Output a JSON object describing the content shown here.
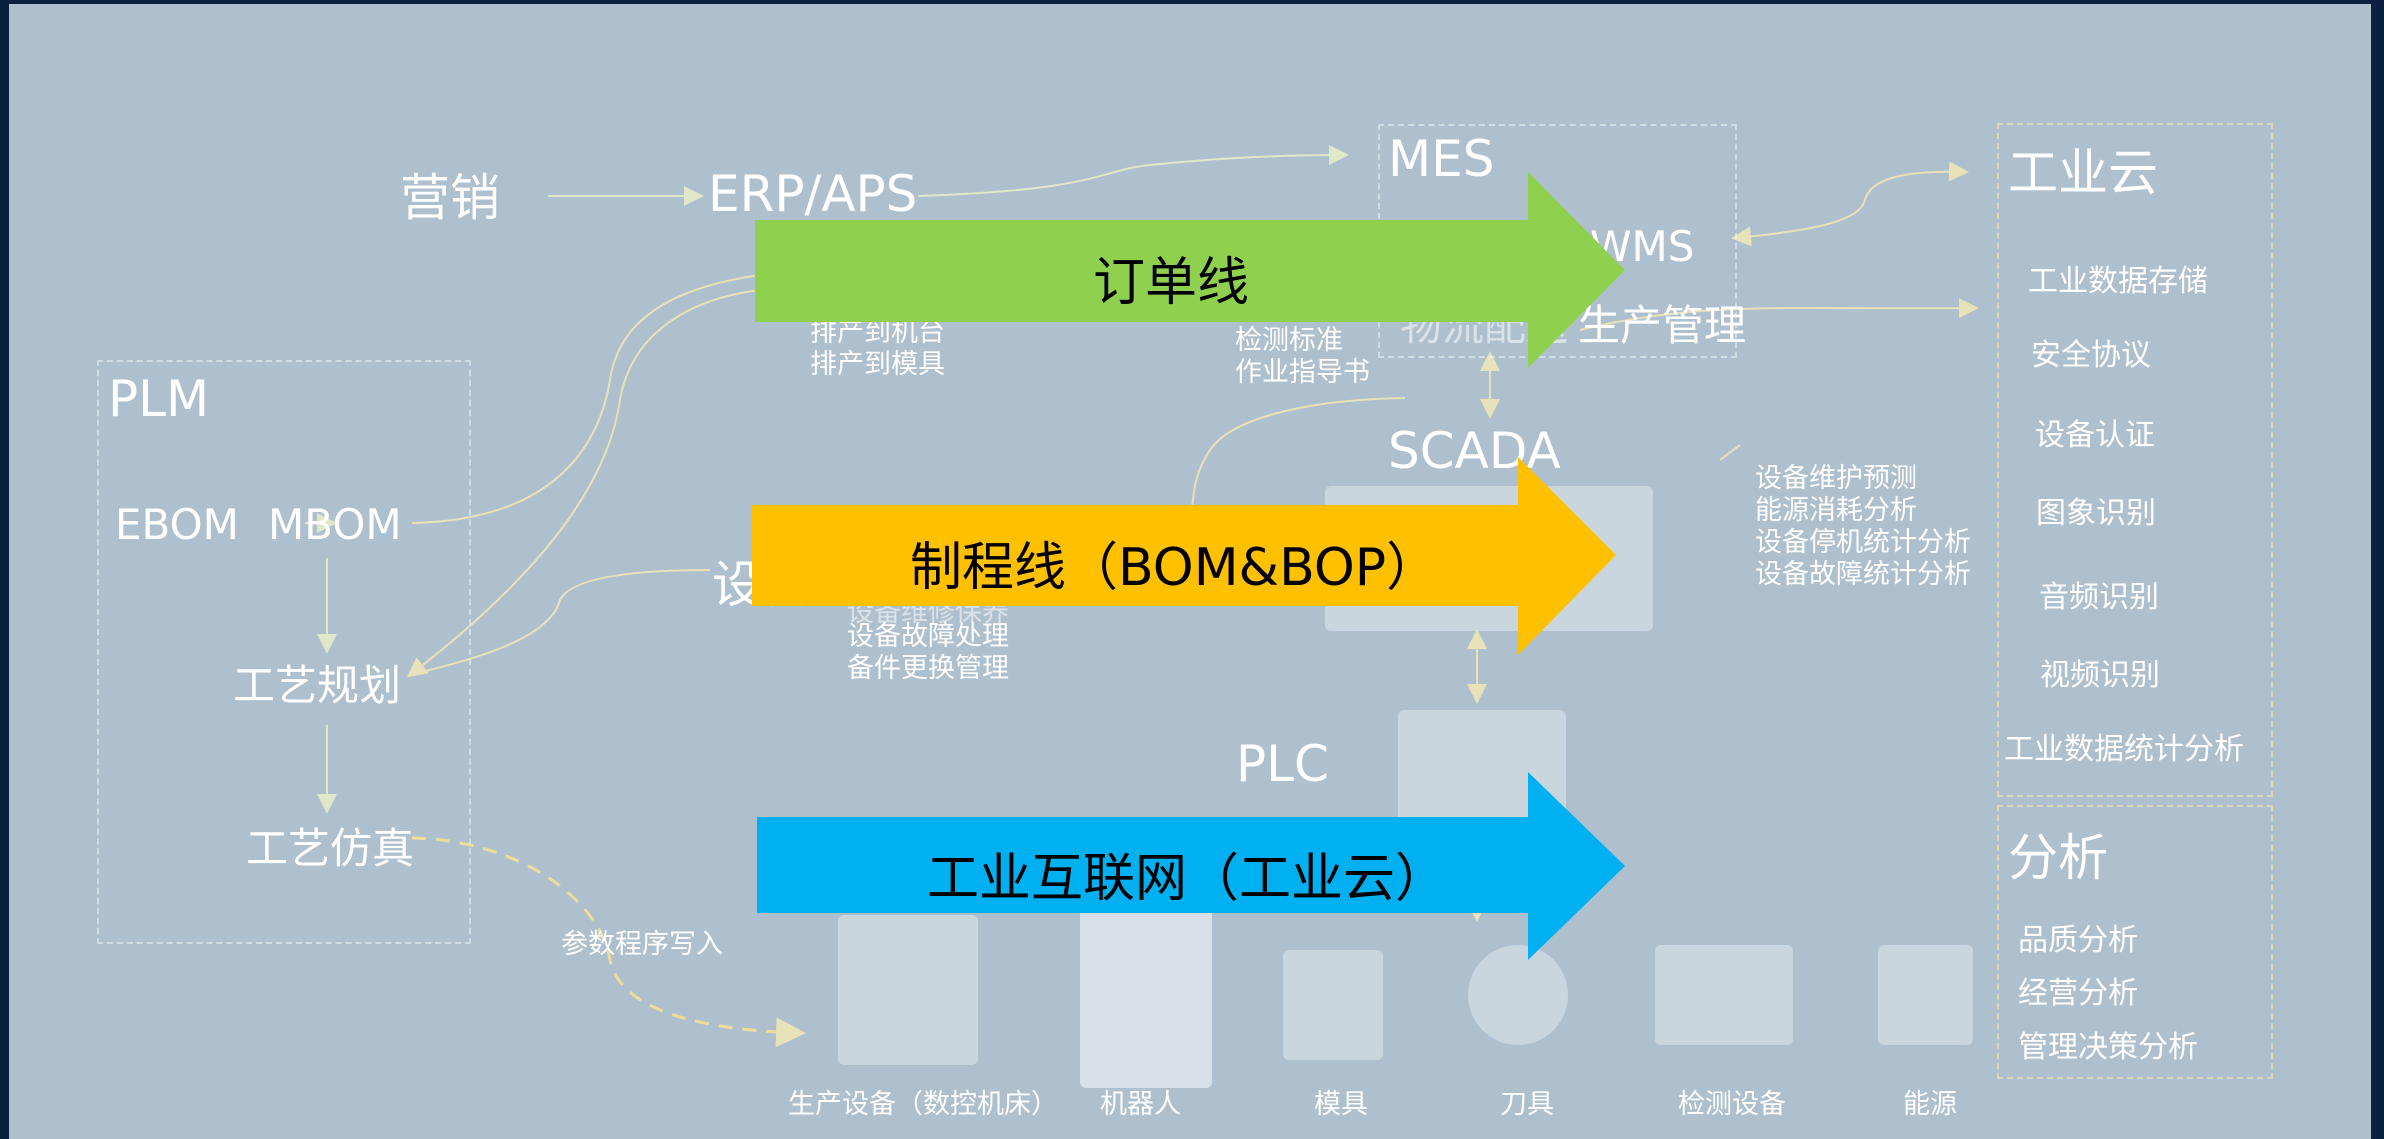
{
  "plm": {
    "title": "PLM",
    "ebom": "EBOM",
    "mbom": "MBOM",
    "planning": "工艺规划",
    "simulation": "工艺仿真"
  },
  "top": {
    "marketing": "营销",
    "erp": "ERP/APS",
    "mes": "MES",
    "wms": "WMS",
    "production_mgmt": "生产管理",
    "logistics": "物流配送",
    "erp_notes": [
      "排产到机台",
      "排产到模具"
    ],
    "mes_notes": [
      "检测标准",
      "作业指导书"
    ]
  },
  "scada": {
    "title": "SCADA",
    "notes": [
      "设备维护预测",
      "能源消耗分析",
      "设备停机统计分析",
      "设备故障统计分析"
    ]
  },
  "device": {
    "label": "设备",
    "notes": [
      "设备维修保养",
      "设备故障处理",
      "备件更换管理"
    ]
  },
  "plc": {
    "title": "PLC"
  },
  "param_write": "参数程序写入",
  "cloud": {
    "title": "工业云",
    "items": [
      "工业数据存储",
      "安全协议",
      "设备认证",
      "图象识别",
      "音频识别",
      "视频识别",
      "工业数据统计分析"
    ]
  },
  "analysis": {
    "title": "分析",
    "items": [
      "品质分析",
      "经营分析",
      "管理决策分析"
    ]
  },
  "equipment": [
    "生产设备（数控机床）",
    "机器人",
    "模具",
    "刀具",
    "检测设备",
    "能源"
  ],
  "arrows": [
    {
      "label": "订单线",
      "color": "#8fd14f"
    },
    {
      "label": "制程线（BOM&BOP）",
      "color": "#ffc000"
    },
    {
      "label": "工业互联网（工业云）",
      "color": "#00b0f0"
    }
  ]
}
